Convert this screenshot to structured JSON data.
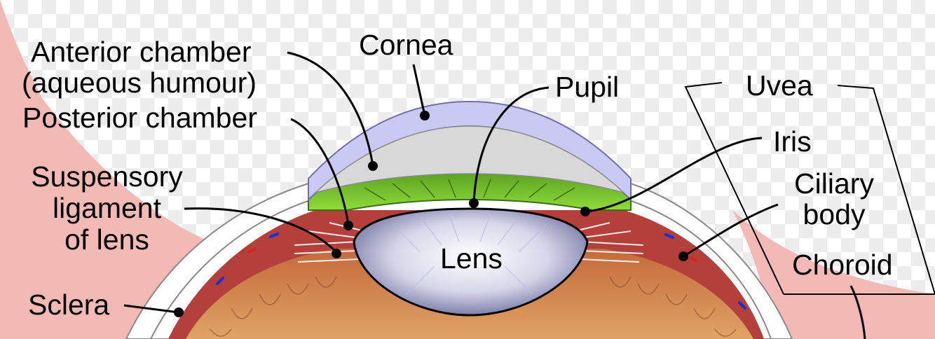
{
  "labels": {
    "anterior_chamber": "Anterior chamber",
    "aqueous_humour": "(aqueous humour)",
    "posterior_chamber": "Posterior chamber",
    "suspensory_1": "Suspensory",
    "suspensory_2": "ligament",
    "suspensory_3": "of lens",
    "sclera": "Sclera",
    "cornea": "Cornea",
    "pupil": "Pupil",
    "lens": "Lens",
    "uvea": "Uvea",
    "iris": "Iris",
    "ciliary_1": "Ciliary",
    "ciliary_2": "body",
    "choroid": "Choroid"
  },
  "colors": {
    "skin": "#f2b9b5",
    "sclera": "#ffffff",
    "cornea": "#c9c9f4",
    "aqueous": "#d8d8d8",
    "iris_green": "#7fcc2a",
    "ciliary": "#b3403a",
    "vitreous": "#d9955a",
    "lens_edge": "#5a5a8c",
    "leader": "#000000"
  }
}
